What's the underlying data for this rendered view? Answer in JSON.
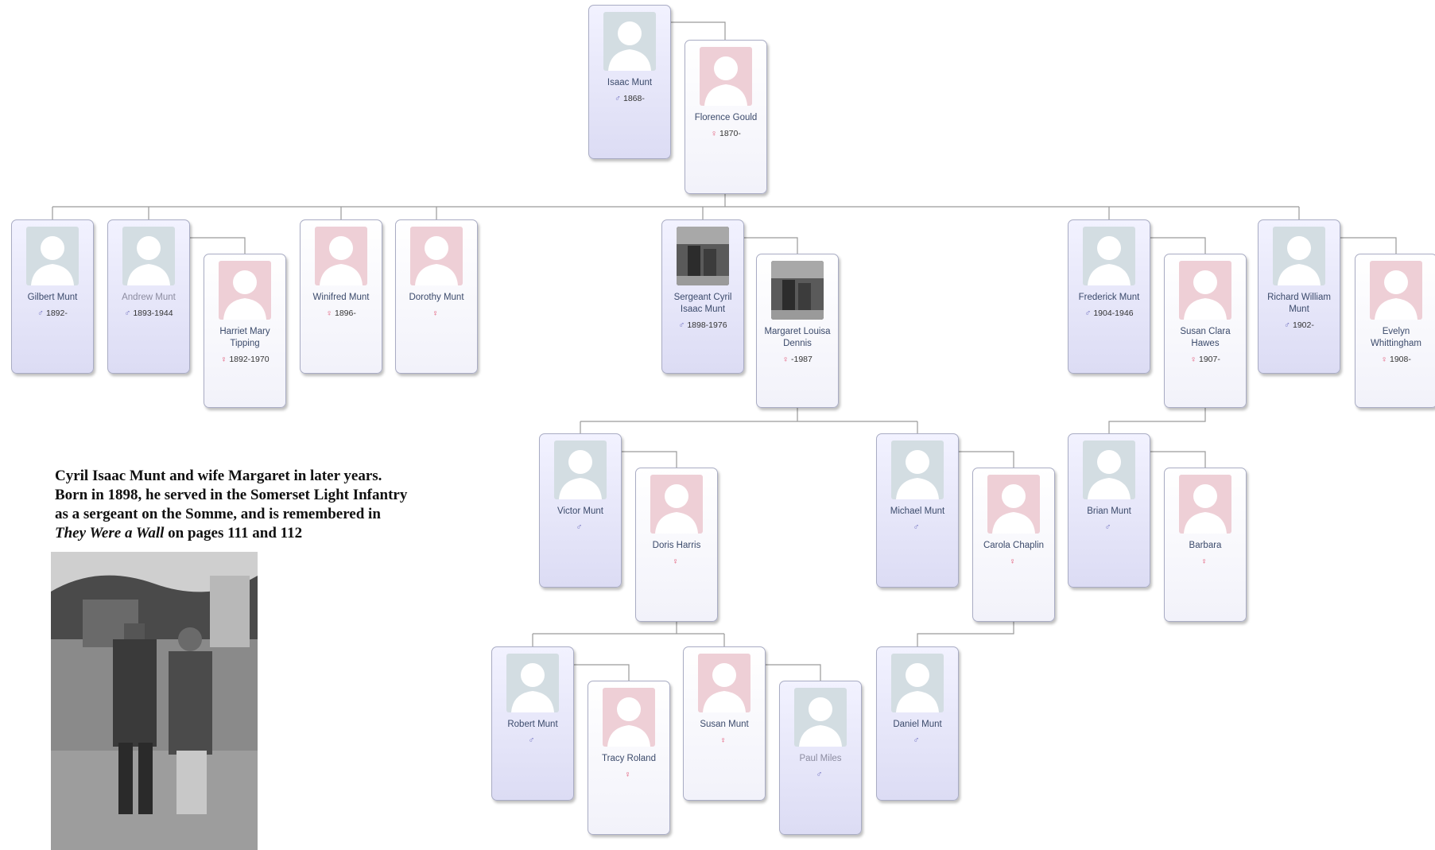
{
  "people": {
    "isaac": {
      "name": "Isaac Munt",
      "sex": "♂",
      "dates": "1868-"
    },
    "florence": {
      "name": "Florence Gould",
      "sex": "♀",
      "dates": "1870-"
    },
    "gilbert": {
      "name": "Gilbert Munt",
      "sex": "♂",
      "dates": "1892-"
    },
    "andrew": {
      "name": "Andrew Munt",
      "sex": "♂",
      "dates": "1893-1944"
    },
    "harriet": {
      "name": "Harriet Mary Tipping",
      "sex": "♀",
      "dates": "1892-1970"
    },
    "winifred": {
      "name": "Winifred Munt",
      "sex": "♀",
      "dates": "1896-"
    },
    "dorothy": {
      "name": "Dorothy Munt",
      "sex": "♀",
      "dates": ""
    },
    "cyril": {
      "name": "Sergeant Cyril Isaac Munt",
      "sex": "♂",
      "dates": "1898-1976"
    },
    "margaret": {
      "name": "Margaret Louisa Dennis",
      "sex": "♀",
      "dates": "-1987"
    },
    "frederick": {
      "name": "Frederick Munt",
      "sex": "♂",
      "dates": "1904-1946"
    },
    "susanclara": {
      "name": "Susan Clara Hawes",
      "sex": "♀",
      "dates": "1907-"
    },
    "richard": {
      "name": "Richard William Munt",
      "sex": "♂",
      "dates": "1902-"
    },
    "evelyn": {
      "name": "Evelyn Whittingham",
      "sex": "♀",
      "dates": "1908-"
    },
    "victor": {
      "name": "Victor Munt",
      "sex": "♂",
      "dates": ""
    },
    "doris": {
      "name": "Doris Harris",
      "sex": "♀",
      "dates": ""
    },
    "michael": {
      "name": "Michael Munt",
      "sex": "♂",
      "dates": ""
    },
    "carola": {
      "name": "Carola Chaplin",
      "sex": "♀",
      "dates": ""
    },
    "brian": {
      "name": "Brian Munt",
      "sex": "♂",
      "dates": ""
    },
    "barbara": {
      "name": "Barbara",
      "sex": "♀",
      "dates": ""
    },
    "robert": {
      "name": "Robert Munt",
      "sex": "♂",
      "dates": ""
    },
    "tracy": {
      "name": "Tracy Roland",
      "sex": "♀",
      "dates": ""
    },
    "susan": {
      "name": "Susan Munt",
      "sex": "♀",
      "dates": ""
    },
    "paul": {
      "name": "Paul Miles",
      "sex": "♂",
      "dates": ""
    },
    "daniel": {
      "name": "Daniel Munt",
      "sex": "♂",
      "dates": ""
    }
  },
  "caption": {
    "line1": "Cyril Isaac Munt and wife Margaret in later years.",
    "line2": "Born in 1898, he served in the Somerset Light Infantry",
    "line3": "as a sergeant on the Somme, and is remembered in",
    "italic": "They Were a Wall",
    "line4_rest": " on pages 111 and 112"
  },
  "colors": {
    "male_photo": "#d3dde2",
    "female_photo": "#eecfd6",
    "male_symbol": "#7070c0",
    "female_symbol": "#e05070"
  }
}
